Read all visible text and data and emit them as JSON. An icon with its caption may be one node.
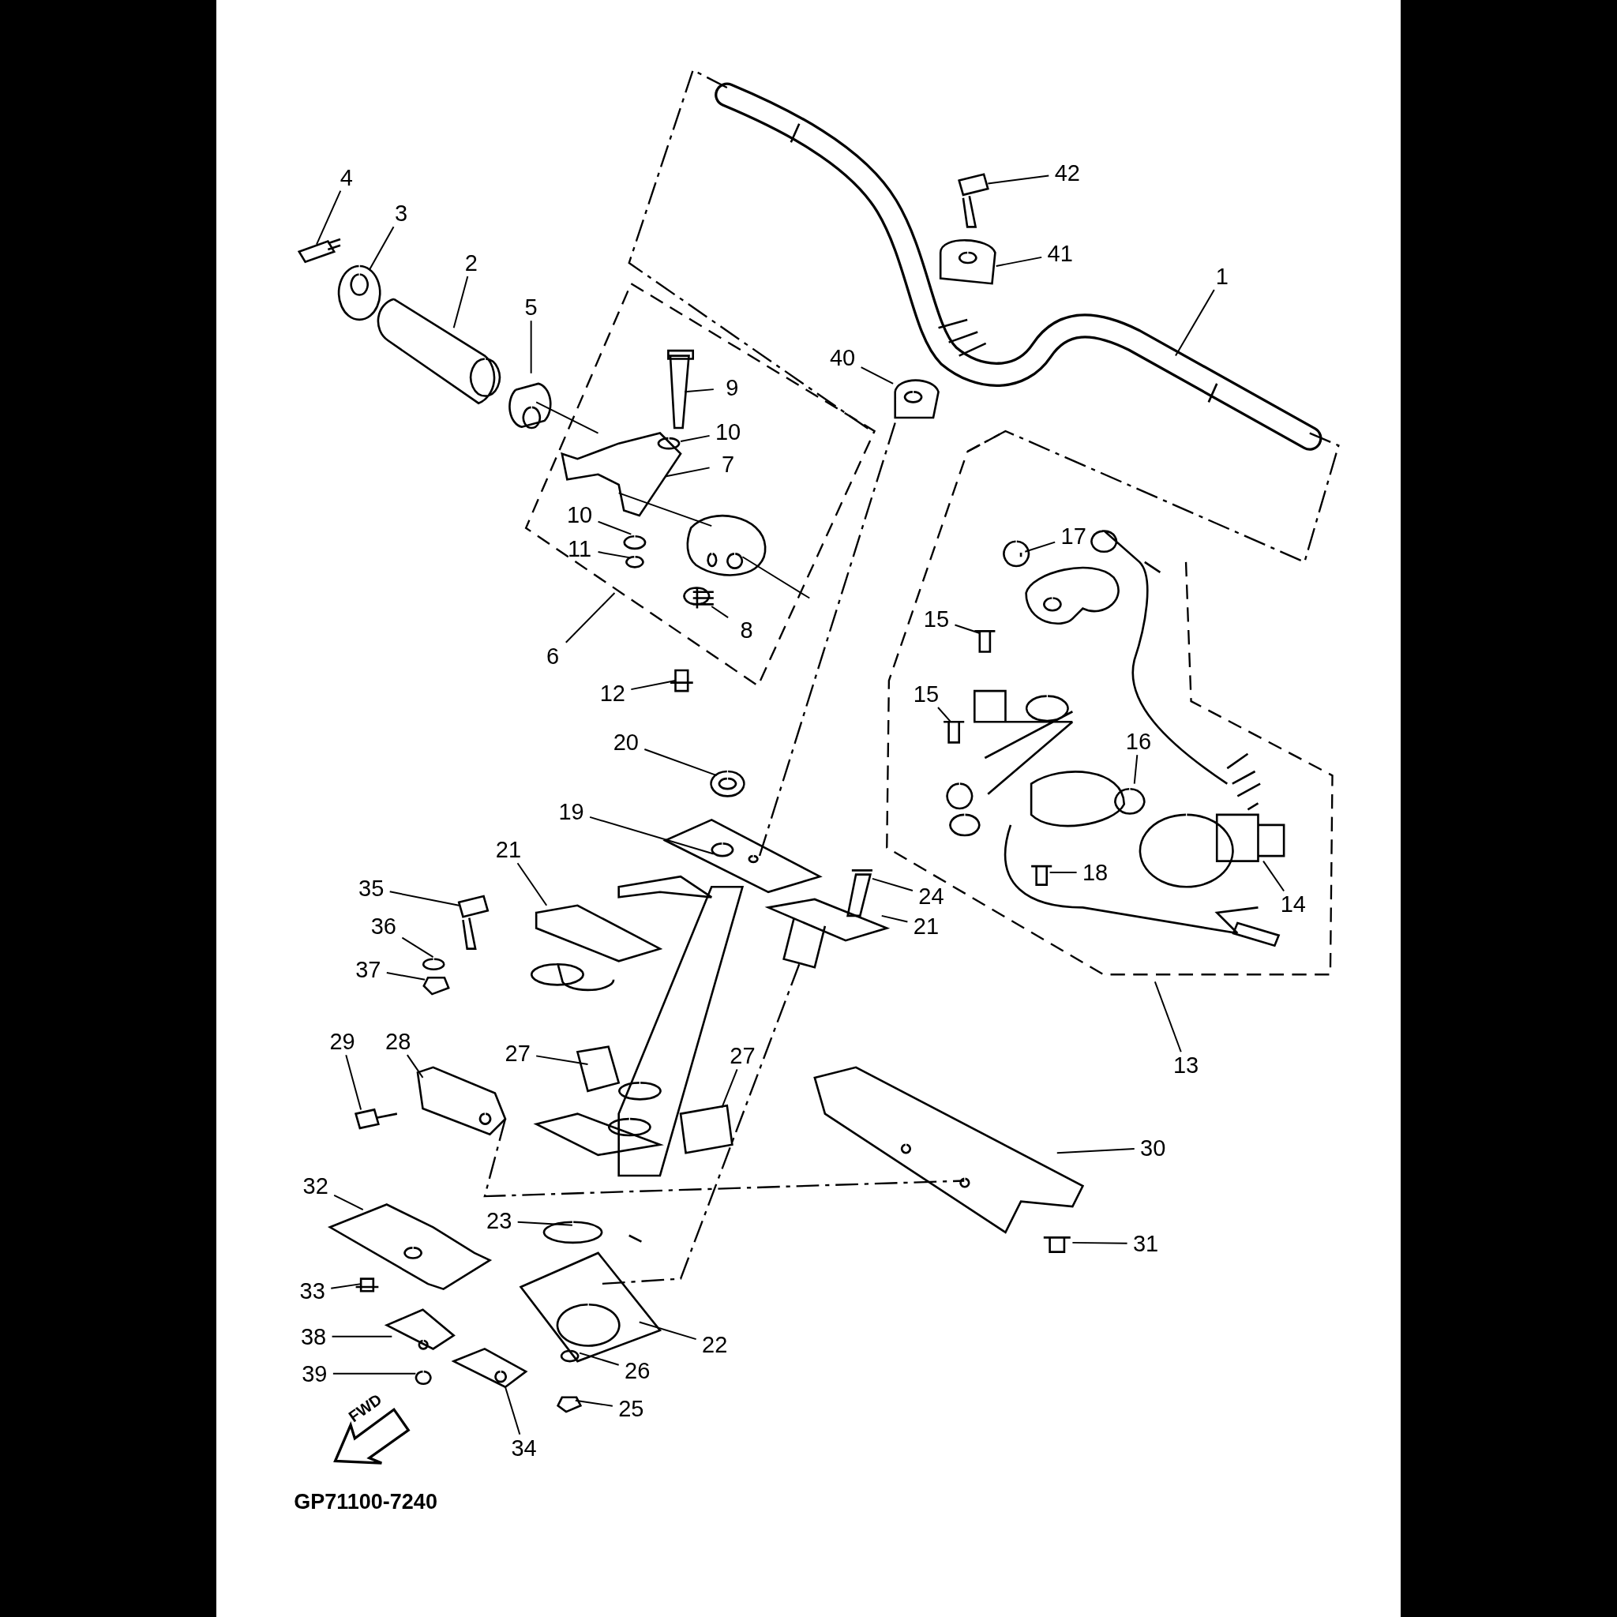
{
  "diagram": {
    "nodes": [
      {
        "text": [
          "1"
        ]
      },
      {
        "text": [
          "2"
        ]
      },
      {
        "text": [
          "3"
        ]
      },
      {
        "text": [
          "4"
        ]
      },
      {
        "text": [
          "5"
        ]
      },
      {
        "text": [
          "6"
        ]
      },
      {
        "text": [
          "7"
        ]
      },
      {
        "text": [
          "8"
        ]
      },
      {
        "text": [
          "9"
        ]
      },
      {
        "text": [
          "10"
        ]
      },
      {
        "text": [
          "10"
        ]
      },
      {
        "text": [
          "11"
        ]
      },
      {
        "text": [
          "12"
        ]
      },
      {
        "text": [
          "13"
        ]
      },
      {
        "text": [
          "14"
        ]
      },
      {
        "text": [
          "15"
        ]
      },
      {
        "text": [
          "15"
        ]
      },
      {
        "text": [
          "16"
        ]
      },
      {
        "text": [
          "17"
        ]
      },
      {
        "text": [
          "18"
        ]
      },
      {
        "text": [
          "19"
        ]
      },
      {
        "text": [
          "20"
        ]
      },
      {
        "text": [
          "21"
        ]
      },
      {
        "text": [
          "21"
        ]
      },
      {
        "text": [
          "22"
        ]
      },
      {
        "text": [
          "23"
        ]
      },
      {
        "text": [
          "24"
        ]
      },
      {
        "text": [
          "25"
        ]
      },
      {
        "text": [
          "26"
        ]
      },
      {
        "text": [
          "27"
        ]
      },
      {
        "text": [
          "27"
        ]
      },
      {
        "text": [
          "28"
        ]
      },
      {
        "text": [
          "29"
        ]
      },
      {
        "text": [
          "30"
        ]
      },
      {
        "text": [
          "31"
        ]
      },
      {
        "text": [
          "32"
        ]
      },
      {
        "text": [
          "33"
        ]
      },
      {
        "text": [
          "34"
        ]
      },
      {
        "text": [
          "35"
        ]
      },
      {
        "text": [
          "36"
        ]
      },
      {
        "text": [
          "37"
        ]
      },
      {
        "text": [
          "38"
        ]
      },
      {
        "text": [
          "39"
        ]
      },
      {
        "text": [
          "40"
        ]
      },
      {
        "text": [
          "41"
        ]
      },
      {
        "text": [
          "42"
        ]
      },
      {
        "text": [
          "FWD"
        ]
      }
    ],
    "edges": [
      {
        "from": 0,
        "to": null,
        "arrow": "none"
      },
      {
        "from": 1,
        "to": null,
        "arrow": "none"
      },
      {
        "from": 2,
        "to": null,
        "arrow": "none"
      },
      {
        "from": 3,
        "to": null,
        "arrow": "none"
      },
      {
        "from": 4,
        "to": null,
        "arrow": "none"
      },
      {
        "from": 5,
        "to": null,
        "arrow": "none"
      },
      {
        "from": 6,
        "to": null,
        "arrow": "none"
      },
      {
        "from": 7,
        "to": null,
        "arrow": "none"
      },
      {
        "from": 8,
        "to": null,
        "arrow": "none"
      },
      {
        "from": 9,
        "to": null,
        "arrow": "none"
      },
      {
        "from": 10,
        "to": null,
        "arrow": "none"
      },
      {
        "from": 11,
        "to": null,
        "arrow": "none"
      },
      {
        "from": 12,
        "to": null,
        "arrow": "none"
      },
      {
        "from": 13,
        "to": null,
        "arrow": "none"
      },
      {
        "from": 14,
        "to": null,
        "arrow": "none"
      },
      {
        "from": 15,
        "to": null,
        "arrow": "none"
      },
      {
        "from": 16,
        "to": null,
        "arrow": "none"
      },
      {
        "from": 17,
        "to": null,
        "arrow": "none"
      },
      {
        "from": 18,
        "to": null,
        "arrow": "none"
      },
      {
        "from": 19,
        "to": null,
        "arrow": "none"
      },
      {
        "from": 20,
        "to": null,
        "arrow": "none"
      },
      {
        "from": 21,
        "to": null,
        "arrow": "none"
      },
      {
        "from": 22,
        "to": null,
        "arrow": "none"
      },
      {
        "from": 23,
        "to": null,
        "arrow": "none"
      },
      {
        "from": 24,
        "to": null,
        "arrow": "none"
      },
      {
        "from": 25,
        "to": null,
        "arrow": "none"
      },
      {
        "from": 26,
        "to": null,
        "arrow": "none"
      },
      {
        "from": 27,
        "to": null,
        "arrow": "none"
      },
      {
        "from": 28,
        "to": null,
        "arrow": "none"
      },
      {
        "from": 29,
        "to": null,
        "arrow": "none"
      },
      {
        "from": 30,
        "to": null,
        "arrow": "none"
      },
      {
        "from": 31,
        "to": null,
        "arrow": "none"
      },
      {
        "from": 32,
        "to": null,
        "arrow": "none"
      },
      {
        "from": 33,
        "to": null,
        "arrow": "none"
      },
      {
        "from": 34,
        "to": null,
        "arrow": "none"
      },
      {
        "from": 35,
        "to": null,
        "arrow": "none"
      },
      {
        "from": 36,
        "to": null,
        "arrow": "none"
      },
      {
        "from": 37,
        "to": null,
        "arrow": "none"
      },
      {
        "from": 38,
        "to": null,
        "arrow": "none"
      },
      {
        "from": 39,
        "to": null,
        "arrow": "none"
      },
      {
        "from": 40,
        "to": null,
        "arrow": "none"
      },
      {
        "from": 41,
        "to": null,
        "arrow": "none"
      },
      {
        "from": 42,
        "to": null,
        "arrow": "none"
      },
      {
        "from": 43,
        "to": null,
        "arrow": "none"
      },
      {
        "from": 44,
        "to": null,
        "arrow": "none"
      },
      {
        "from": 45,
        "to": null,
        "arrow": "none"
      }
    ],
    "labels": [
      "GP71100-7240"
    ]
  }
}
